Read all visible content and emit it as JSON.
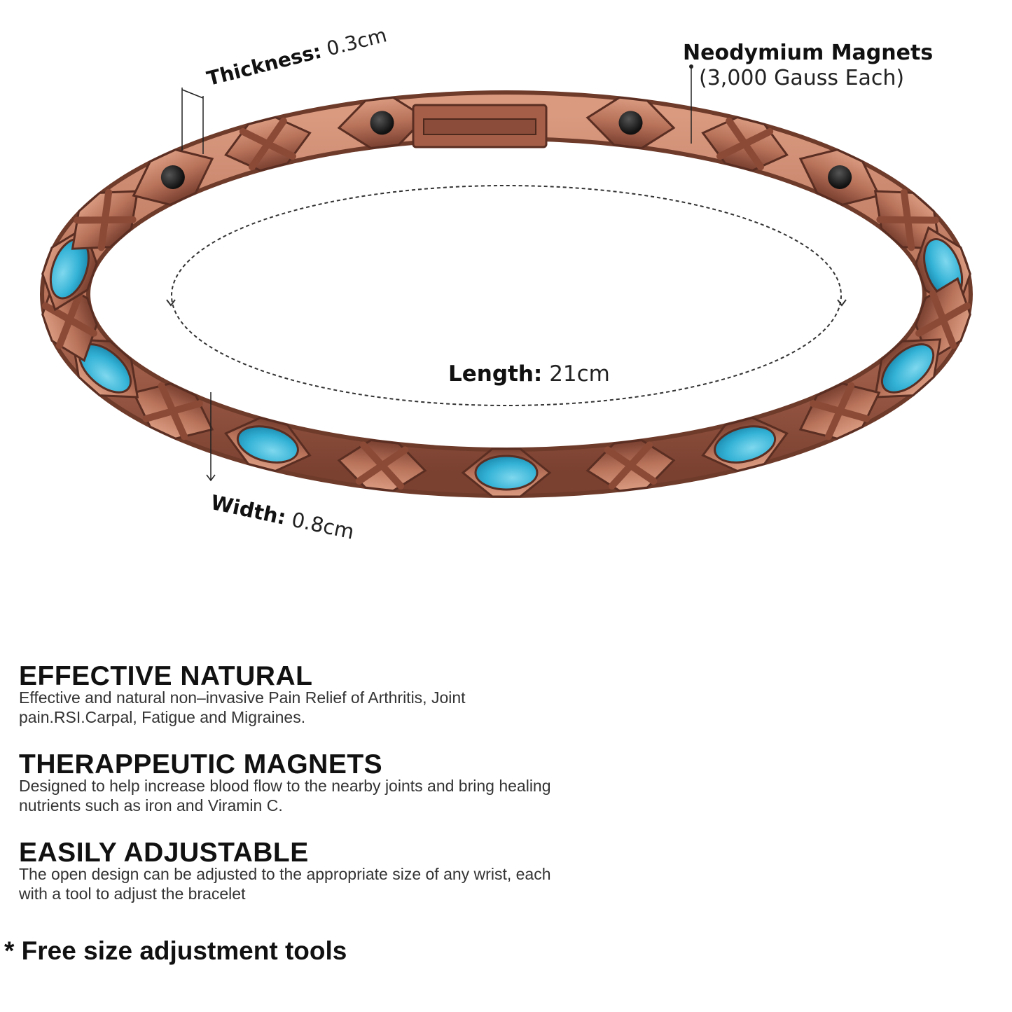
{
  "annotations": {
    "thickness": {
      "label": "Thickness:",
      "value": "0.3cm"
    },
    "length": {
      "label": "Length:",
      "value": "21cm"
    },
    "width": {
      "label": "Width:",
      "value": "0.8cm"
    },
    "magnets": {
      "title": "Neodymium Magnets",
      "subtitle": "(3,000 Gauss Each)"
    }
  },
  "features": [
    {
      "title": "EFFECTIVE NATURAL",
      "body": "Effective and natural non–invasive Pain Relief of Arthritis,  Joint pain.RSI.Carpal,  Fatigue and Migraines."
    },
    {
      "title": "THERAPPEUTIC MAGNETS",
      "body": "Designed to help increase blood flow to the nearby joints and bring healing nutrients such as iron and Viramin C."
    },
    {
      "title": "EASILY ADJUSTABLE",
      "body": "The open design can be adjusted to the appropriate size of any wrist, each with a tool to adjust the bracelet"
    }
  ],
  "footnote": "* Free size adjustment tools",
  "colors": {
    "copper": "#b9735a",
    "copper_dark": "#6e3a2a",
    "turquoise": "#38b8da",
    "magnet": "#1c1c1c"
  }
}
